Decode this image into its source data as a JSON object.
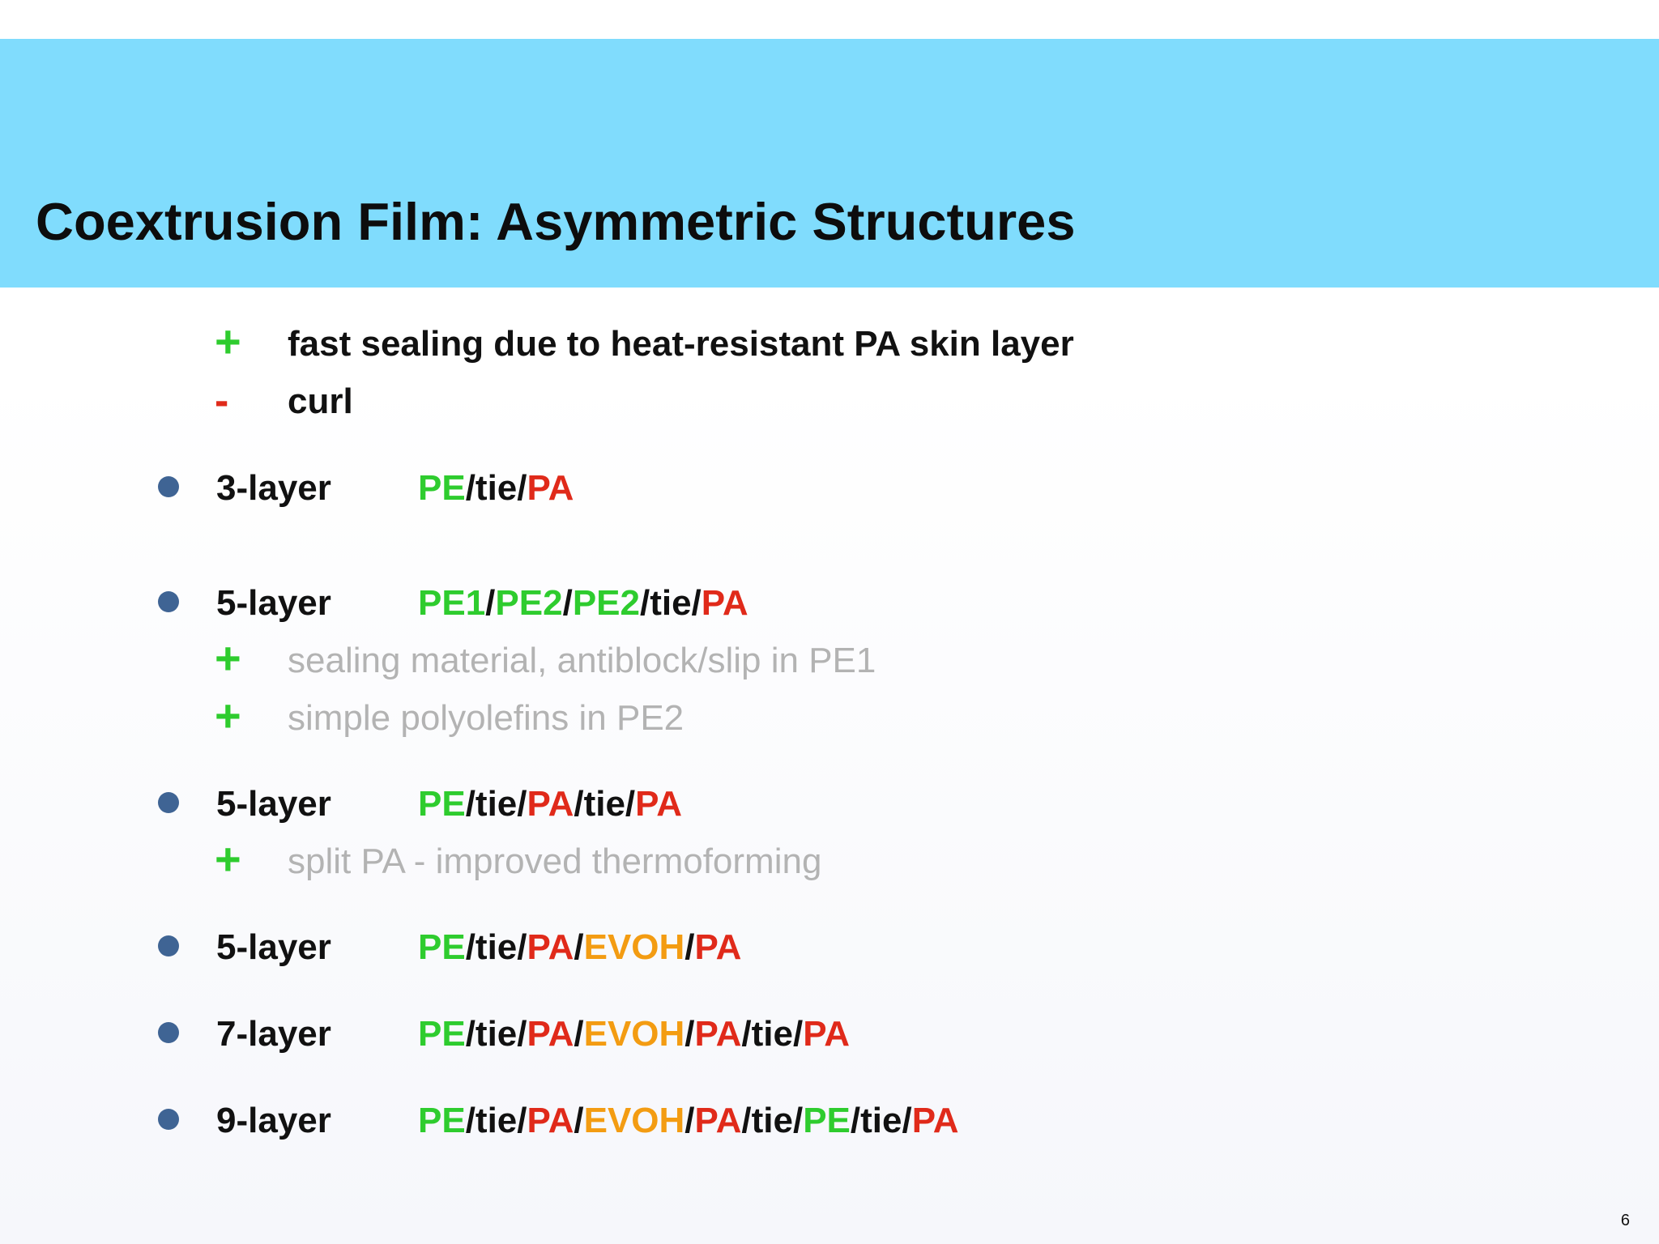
{
  "slide": {
    "title": "Coextrusion Film: Asymmetric Structures",
    "page_number": "6"
  },
  "colors": {
    "title_band": "#80dcfd",
    "PE": "#2ecc2e",
    "PA": "#e02a1a",
    "EVOH": "#f39c12",
    "tie": "#111111",
    "bullet": "#3f6494",
    "muted_text": "#b3b3b3"
  },
  "intro": [
    {
      "sign": "+",
      "text": "fast sealing due to heat-resistant PA skin layer"
    },
    {
      "sign": "-",
      "text": "curl"
    }
  ],
  "structures": [
    {
      "label": "3-layer",
      "formula": [
        {
          "t": "PE",
          "c": "PE"
        },
        {
          "t": "/tie/",
          "c": "tie"
        },
        {
          "t": "PA",
          "c": "PA"
        }
      ],
      "notes": []
    },
    {
      "label": "5-layer",
      "formula": [
        {
          "t": "PE1",
          "c": "PE"
        },
        {
          "t": "/",
          "c": "tie"
        },
        {
          "t": "PE2",
          "c": "PE"
        },
        {
          "t": "/",
          "c": "tie"
        },
        {
          "t": "PE2",
          "c": "PE"
        },
        {
          "t": "/tie/",
          "c": "tie"
        },
        {
          "t": "PA",
          "c": "PA"
        }
      ],
      "notes": [
        {
          "sign": "+",
          "text": "sealing material, antiblock/slip in PE1"
        },
        {
          "sign": "+",
          "text": "simple polyolefins in PE2"
        }
      ]
    },
    {
      "label": "5-layer",
      "formula": [
        {
          "t": "PE",
          "c": "PE"
        },
        {
          "t": "/tie/",
          "c": "tie"
        },
        {
          "t": "PA",
          "c": "PA"
        },
        {
          "t": "/tie/",
          "c": "tie"
        },
        {
          "t": "PA",
          "c": "PA"
        }
      ],
      "notes": [
        {
          "sign": "+",
          "text": "split PA - improved thermoforming"
        }
      ]
    },
    {
      "label": "5-layer",
      "formula": [
        {
          "t": "PE",
          "c": "PE"
        },
        {
          "t": "/tie/",
          "c": "tie"
        },
        {
          "t": "PA",
          "c": "PA"
        },
        {
          "t": "/",
          "c": "tie"
        },
        {
          "t": "EVOH",
          "c": "EVOH"
        },
        {
          "t": "/",
          "c": "tie"
        },
        {
          "t": "PA",
          "c": "PA"
        }
      ],
      "notes": []
    },
    {
      "label": "7-layer",
      "formula": [
        {
          "t": "PE",
          "c": "PE"
        },
        {
          "t": "/tie/",
          "c": "tie"
        },
        {
          "t": "PA",
          "c": "PA"
        },
        {
          "t": "/",
          "c": "tie"
        },
        {
          "t": "EVOH",
          "c": "EVOH"
        },
        {
          "t": "/",
          "c": "tie"
        },
        {
          "t": "PA",
          "c": "PA"
        },
        {
          "t": "/tie/",
          "c": "tie"
        },
        {
          "t": "PA",
          "c": "PA"
        }
      ],
      "notes": []
    },
    {
      "label": "9-layer",
      "formula": [
        {
          "t": "PE",
          "c": "PE"
        },
        {
          "t": "/tie/",
          "c": "tie"
        },
        {
          "t": "PA",
          "c": "PA"
        },
        {
          "t": "/",
          "c": "tie"
        },
        {
          "t": "EVOH",
          "c": "EVOH"
        },
        {
          "t": "/",
          "c": "tie"
        },
        {
          "t": "PA",
          "c": "PA"
        },
        {
          "t": "/tie/",
          "c": "tie"
        },
        {
          "t": "PE",
          "c": "PE"
        },
        {
          "t": "/tie/",
          "c": "tie"
        },
        {
          "t": "PA",
          "c": "PA"
        }
      ],
      "notes": []
    }
  ]
}
